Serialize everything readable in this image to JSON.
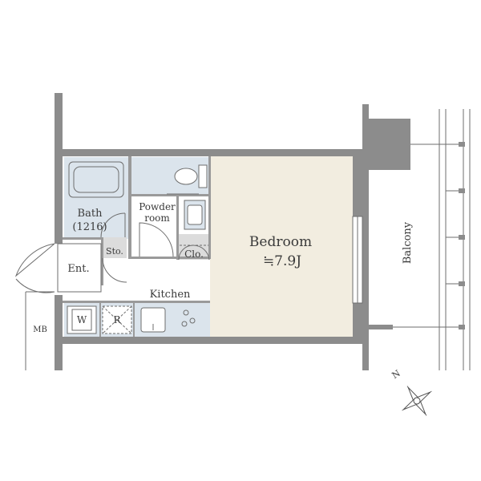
{
  "plan": {
    "rooms": {
      "bath": "Bath",
      "bath_size": "(1216)",
      "powder_room_1": "Powder",
      "powder_room_2": "room",
      "bedroom": "Bedroom",
      "bedroom_size": "≒7.9J",
      "kitchen": "Kitchen",
      "entrance": "Ent.",
      "storage": "Sto.",
      "closet": "Clo.",
      "balcony": "Balcony"
    },
    "fixtures": {
      "washer": "W",
      "refrigerator": "R"
    },
    "outside": {
      "meter_box": "MB"
    },
    "compass": {
      "north": "N"
    },
    "colors": {
      "bedroom_floor": "#f2ede0",
      "wet_area_floor": "#dbe4ec",
      "wall": "#8c8c8c",
      "storage_floor": "#dcdcdc"
    }
  }
}
